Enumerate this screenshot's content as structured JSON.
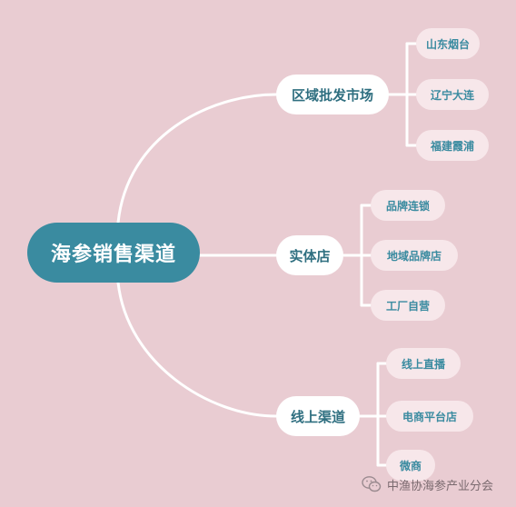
{
  "root": {
    "label": "海参销售渠道"
  },
  "branches": [
    {
      "label": "区域批发市场",
      "children": [
        "山东烟台",
        "辽宁大连",
        "福建霞浦"
      ]
    },
    {
      "label": "实体店",
      "children": [
        "品牌连锁",
        "地域品牌店",
        "工厂自营"
      ]
    },
    {
      "label": "线上渠道",
      "children": [
        "线上直播",
        "电商平台店",
        "微商"
      ]
    }
  ],
  "watermark": {
    "text": "中渔协海参产业分会",
    "icon": "wechat-icon"
  },
  "colors": {
    "background": "#e9ccd2",
    "root": "#3a8ba0",
    "branch": "#ffffff",
    "leaf": "#f7e7ea",
    "line": "#ffffff"
  }
}
